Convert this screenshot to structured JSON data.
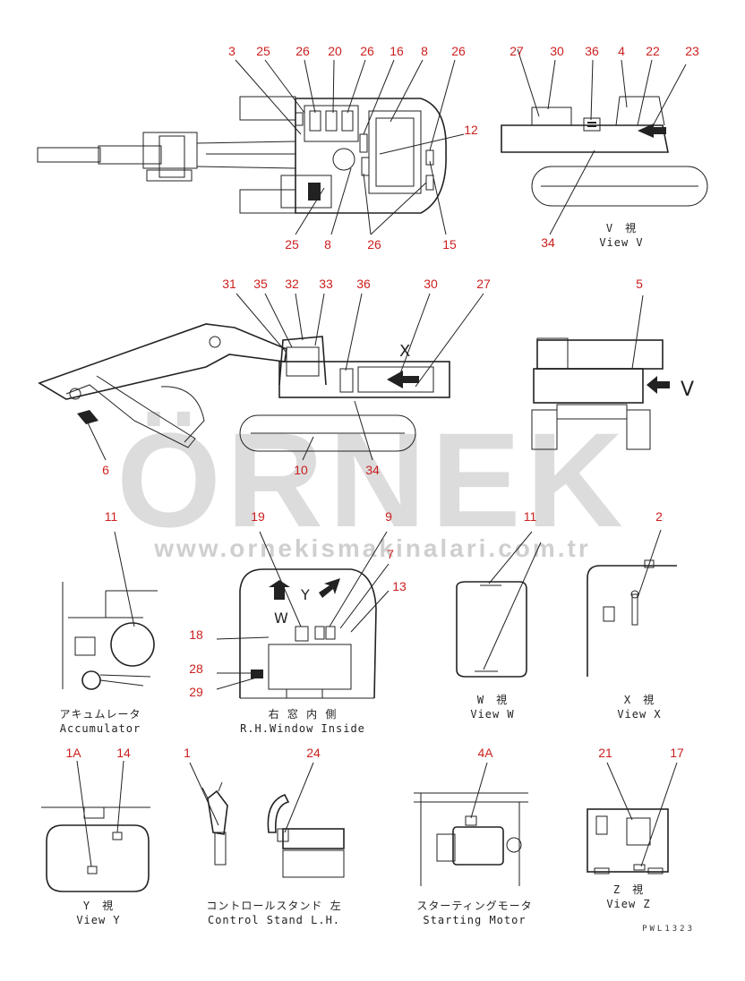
{
  "watermark": {
    "brand": "ÖRNEK",
    "url": "www.ornekismakinalari.com.tr"
  },
  "colors": {
    "callout": "#cc1f1f",
    "line": "#222222",
    "watermark": "#dcdcdc"
  },
  "reference": "PWL1323",
  "captions": {
    "view_v_jp": "V　視",
    "view_v_en": "View V",
    "accum_jp": "アキュムレータ",
    "accum_en": "Accumulator",
    "rhw_jp": "右 窓 内 側",
    "rhw_en": "R.H.Window Inside",
    "view_w_jp": "W　視",
    "view_w_en": "View W",
    "view_x_jp": "X　視",
    "view_x_en": "View X",
    "view_y_jp": "Y　視",
    "view_y_en": "View Y",
    "control_jp": "コントロールスタンド 左",
    "control_en": "Control Stand L.H.",
    "starting_jp": "スターティングモータ",
    "starting_en": "Starting Motor",
    "view_z_jp": "Z　視",
    "view_z_en": "View Z"
  },
  "inline_letters": {
    "v": "V",
    "w": "W",
    "x": "X",
    "y": "Y"
  },
  "callouts": {
    "top_3": "3",
    "top_25": "25",
    "top_26a": "26",
    "top_20": "20",
    "top_26b": "26",
    "top_16": "16",
    "top_8": "8",
    "top_26c": "26",
    "top_12": "12",
    "top_25b": "25",
    "top_8b": "8",
    "top_26d": "26",
    "top_15": "15",
    "v_27": "27",
    "v_30": "30",
    "v_36": "36",
    "v_4": "4",
    "v_22": "22",
    "v_23": "23",
    "v_34": "34",
    "side_31": "31",
    "side_35": "35",
    "side_32": "32",
    "side_33": "33",
    "side_36": "36",
    "side_30": "30",
    "side_27": "27",
    "side_6": "6",
    "side_10": "10",
    "side_34": "34",
    "rear_5": "5",
    "acc_11": "11",
    "rh_19": "19",
    "rh_9": "9",
    "rh_7": "7",
    "rh_13": "13",
    "rh_18": "18",
    "rh_28": "28",
    "rh_29": "29",
    "w_11": "11",
    "x_2": "2",
    "y_1a": "1A",
    "y_14": "14",
    "cs_1": "1",
    "cs_24": "24",
    "sm_4a": "4A",
    "z_21": "21",
    "z_17": "17"
  }
}
